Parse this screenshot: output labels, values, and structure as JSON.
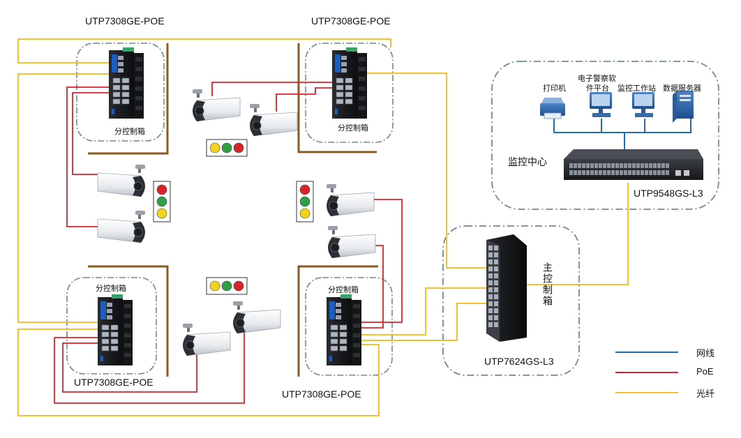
{
  "switches": {
    "top_left": "UTP7308GE-POE",
    "top_right": "UTP7308GE-POE",
    "bottom_left": "UTP7308GE-POE",
    "bottom_right": "UTP7308GE-POE",
    "core": "UTP7624GS-L3",
    "center": "UTP9548GS-L3"
  },
  "boxes": {
    "sub_box": "分控制箱",
    "main_box": "主控制箱",
    "monitor_center": "监控中心"
  },
  "devices": {
    "printer": "打印机",
    "police_platform_line1": "电子警察软",
    "police_platform_line2": "件平台",
    "workstation": "监控工作站",
    "data_server": "数据服务器"
  },
  "legend": [
    {
      "label": "网线",
      "color": "#1f6fb0"
    },
    {
      "label": "PoE",
      "color": "#d8232a"
    },
    {
      "label": "光纤",
      "color": "#f2c12e"
    }
  ],
  "colors": {
    "network": "#1f6fb0",
    "poe": "#d8232a",
    "fiber": "#f2c12e",
    "pole": "#8b5a1e",
    "dash": "#6f8c8c"
  }
}
